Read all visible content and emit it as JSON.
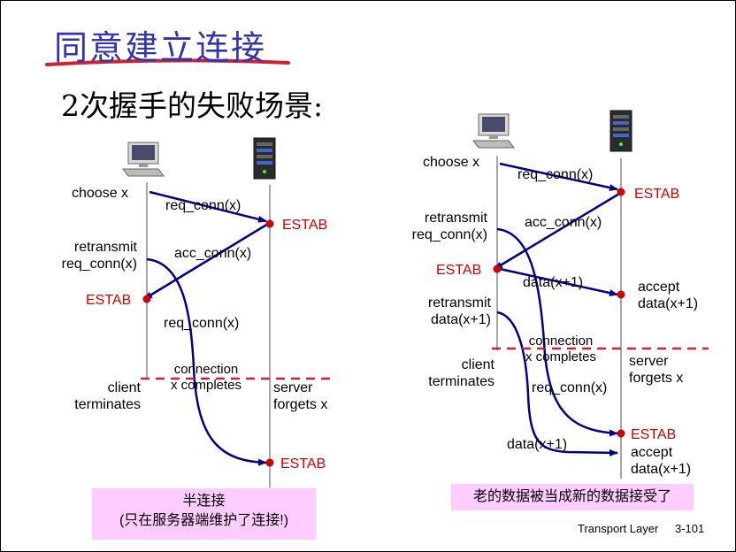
{
  "title": "同意建立连接",
  "subtitle": "2次握手的失败场景:",
  "left": {
    "choose": "choose x",
    "req1": "req_conn(x)",
    "estab_server1": "ESTAB",
    "retransmit_1": "retransmit",
    "retransmit_2": "req_conn(x)",
    "acc": "acc_conn(x)",
    "estab_client": "ESTAB",
    "req2": "req_conn(x)",
    "conn_1": "connection",
    "conn_2": "x completes",
    "client_1": "client",
    "client_2": "terminates",
    "server_1": "server",
    "server_2": "forgets x",
    "estab_server2": "ESTAB",
    "box_1": "半连接",
    "box_2": "(只在服务器端维护了连接!)"
  },
  "right": {
    "choose": "choose x",
    "req1": "req_conn(x)",
    "estab_server1": "ESTAB",
    "retransmit_1": "retransmit",
    "retransmit_2": "req_conn(x)",
    "acc": "acc_conn(x)",
    "estab_client": "ESTAB",
    "data1": "data(x+1)",
    "accept1_1": "accept",
    "accept1_2": "data(x+1)",
    "retrans_data_1": "retransmit",
    "retrans_data_2": "data(x+1)",
    "conn_1": "connection",
    "conn_2": "x completes",
    "client_1": "client",
    "client_2": "terminates",
    "server_1": "server",
    "server_2": "forgets x",
    "req2": "req_conn(x)",
    "estab_server2": "ESTAB",
    "data2": "data(x+1)",
    "accept2_1": "accept",
    "accept2_2": "data(x+1)",
    "box": "老的数据被当成新的数据接受了"
  },
  "footer": {
    "label": "Transport Layer",
    "page": "3-101"
  },
  "colors": {
    "title": "#3333aa",
    "underline": "#cc2233",
    "arrow": "#000080",
    "estab": "#cc0000",
    "box": "#ffccff"
  },
  "icons": [
    "computer-icon",
    "server-icon"
  ]
}
